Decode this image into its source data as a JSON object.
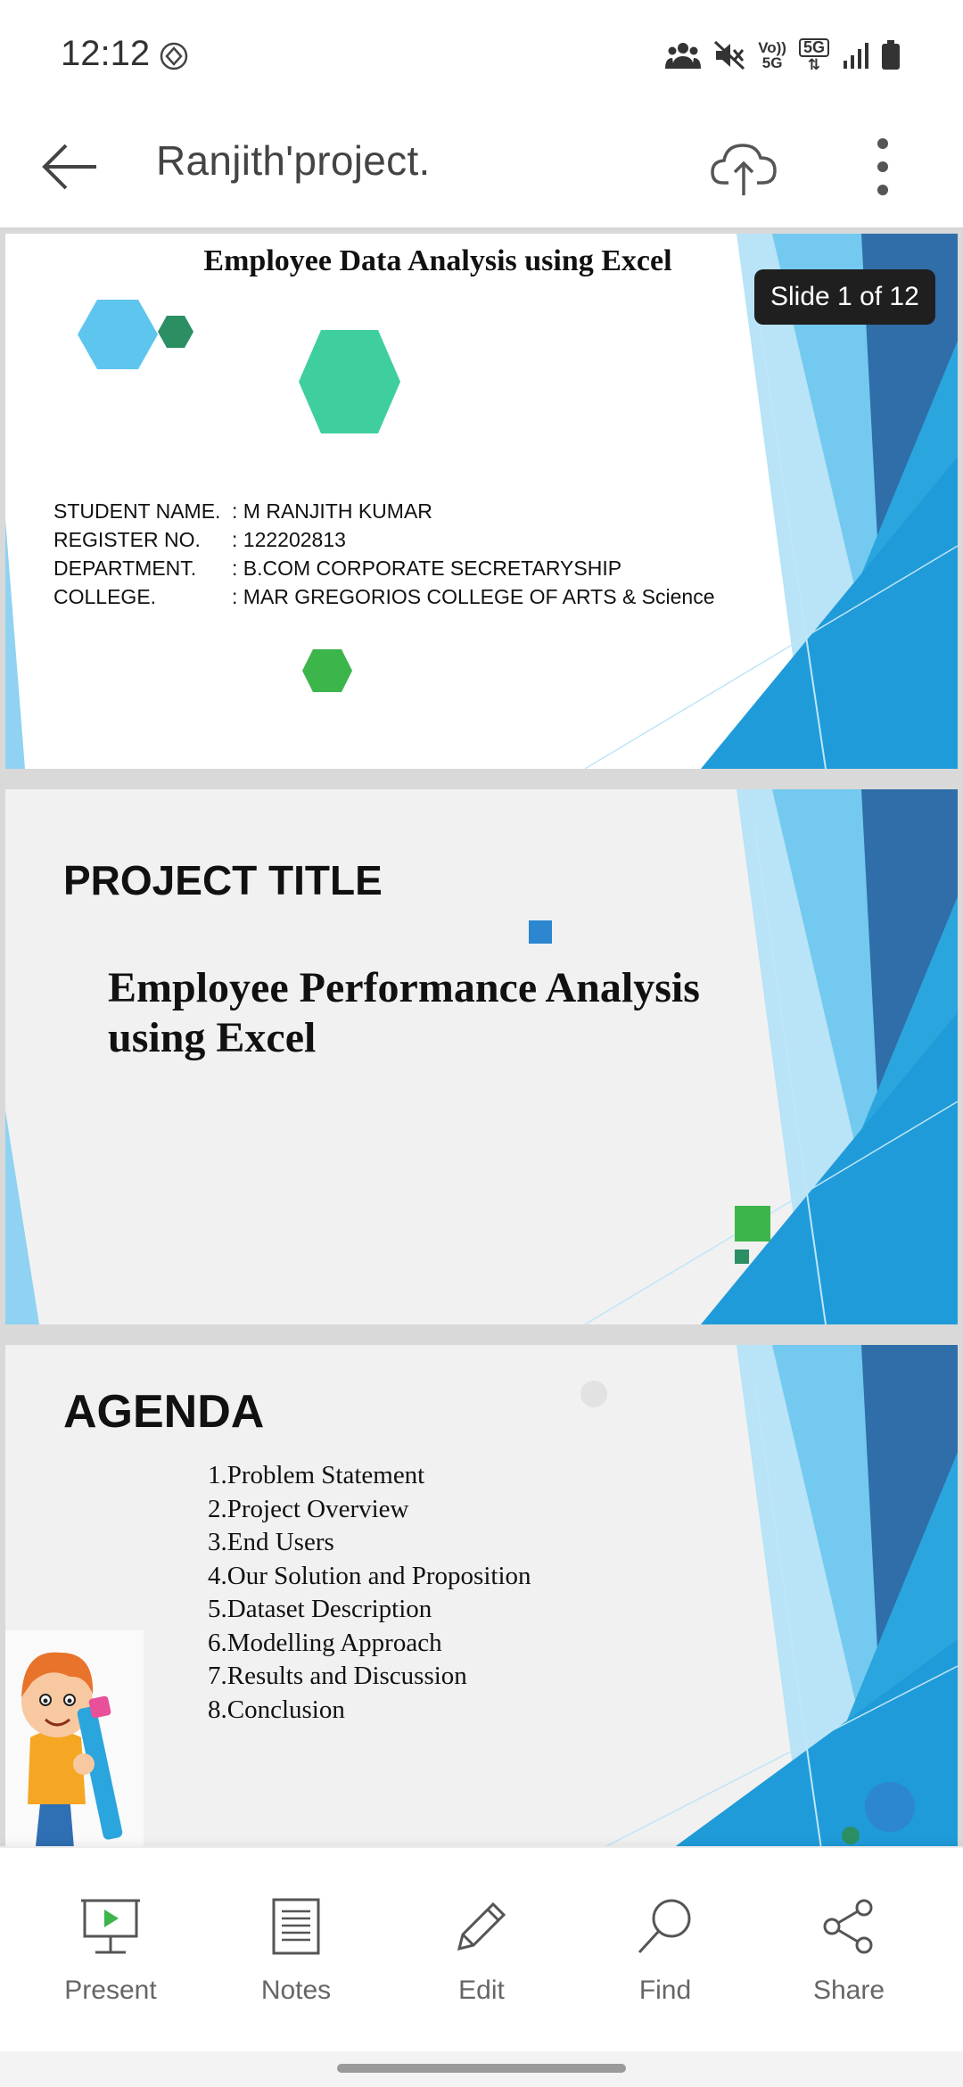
{
  "status_bar": {
    "time": "12:12",
    "volte_label": "Vo))",
    "fiveg_label": "5G",
    "fiveg_box": "5G"
  },
  "header": {
    "title": "Ranjith'project."
  },
  "slides": {
    "counter": "Slide 1 of 12",
    "slide1": {
      "title": "Employee Data Analysis using Excel",
      "info": [
        {
          "label": "STUDENT NAME.",
          "value": ": M RANJITH KUMAR"
        },
        {
          "label": "REGISTER NO.",
          "value": ": 122202813"
        },
        {
          "label": "DEPARTMENT.",
          "value": ": B.COM CORPORATE SECRETARYSHIP"
        },
        {
          "label": "COLLEGE.",
          "value": ": MAR GREGORIOS COLLEGE OF ARTS & Science"
        }
      ]
    },
    "slide2": {
      "heading": "PROJECT TITLE",
      "title": "Employee Performance Analysis using Excel"
    },
    "slide3": {
      "heading": "AGENDA",
      "items": [
        "1.Problem Statement",
        "2.Project Overview",
        "3.End Users",
        "4.Our Solution and Proposition",
        "5.Dataset Description",
        "6.Modelling Approach",
        "7.Results and Discussion",
        "8.Conclusion"
      ]
    }
  },
  "toolbar": {
    "present": "Present",
    "notes": "Notes",
    "edit": "Edit",
    "find": "Find",
    "share": "Share"
  },
  "colors": {
    "accent_blue": "#2c86d0",
    "light_blue": "#5ec5ee",
    "hex_teal": "#3fcf9e",
    "hex_green": "#3cb54a",
    "counter_bg": "#1f1f1f"
  }
}
